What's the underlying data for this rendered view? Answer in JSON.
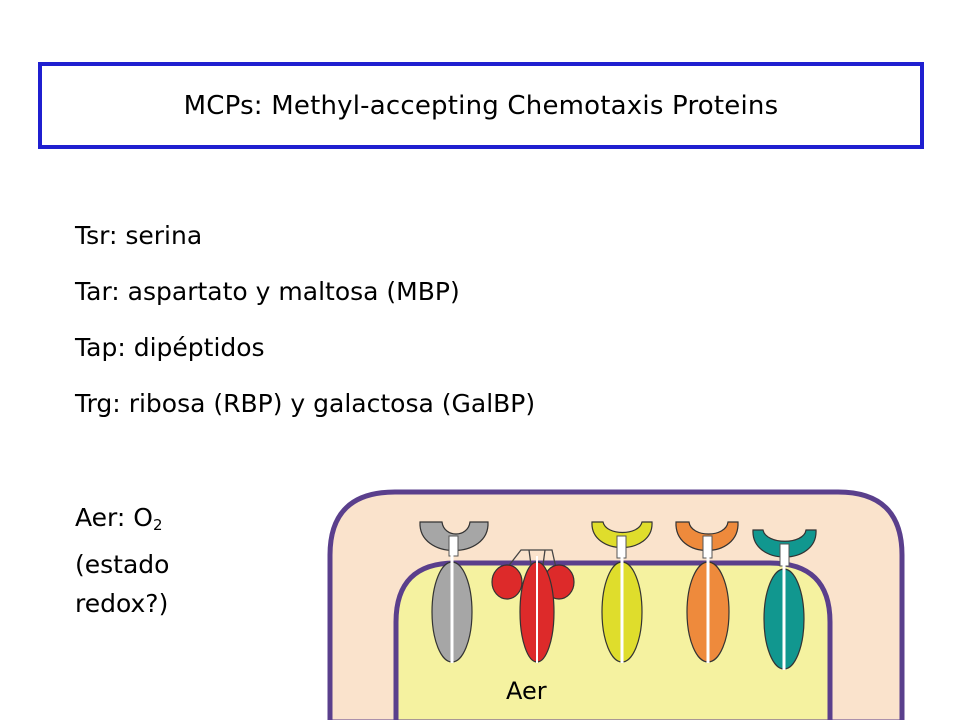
{
  "title": "MCPs: Methyl-accepting Chemotaxis Proteins",
  "receptors": [
    {
      "name": "Tsr:",
      "ligand": "serina"
    },
    {
      "name": "Tar:",
      "ligand": "aspartato y maltosa (MBP)"
    },
    {
      "name": "Tap:",
      "ligand": "dipéptidos"
    },
    {
      "name": "Trg:",
      "ligand": "ribosa (RBP) y galactosa (GalBP)"
    }
  ],
  "aer_note": {
    "prefix": "Aer: O",
    "subscript": "2",
    "line2": "(estado",
    "line3": "redox?)"
  },
  "diagram": {
    "aer_label": "Aer",
    "colors": {
      "periplasm": "#fae3cc",
      "cytoplasm": "#f5f2a0",
      "membrane": "#5a3f8c",
      "tsr": "#a6a6a6",
      "aer": "#dd2a2a",
      "yellow_receptor": "#dfdd2c",
      "orange_receptor": "#ee8a3c",
      "teal_receptor": "#11978f"
    }
  }
}
